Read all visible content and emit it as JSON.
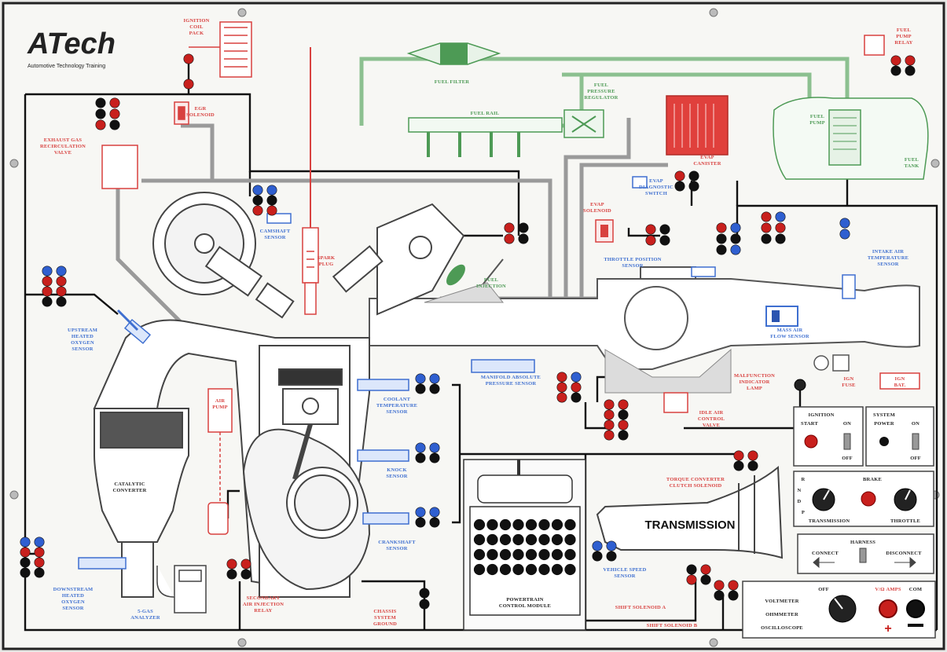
{
  "brand": {
    "name": "ATech",
    "tagline": "Automotive Technology Training"
  },
  "labels": {
    "ignition_coil_pack": [
      "IGNITION",
      "COIL",
      "PACK"
    ],
    "egr_solenoid": [
      "EGR",
      "SOLENOID"
    ],
    "egr_valve": [
      "EXHAUST GAS",
      "RECIRCULATION",
      "VALVE"
    ],
    "fuel_filter": "FUEL FILTER",
    "fuel_rail": "FUEL RAIL",
    "fuel_pressure_regulator": [
      "FUEL",
      "PRESSURE",
      "REGULATOR"
    ],
    "fuel_pump_relay": [
      "FUEL",
      "PUMP",
      "RELAY"
    ],
    "fuel_pump": [
      "FUEL",
      "PUMP"
    ],
    "fuel_tank": [
      "FUEL",
      "TANK"
    ],
    "evap_canister": [
      "EVAP",
      "CANISTER"
    ],
    "evap_solenoid": [
      "EVAP",
      "SOLENOID"
    ],
    "evap_diagnostic_switch": [
      "EVAP",
      "DIAGNOSTIC",
      "SWITCH"
    ],
    "camshaft_sensor": [
      "CAMSHAFT",
      "SENSOR"
    ],
    "spark_plug": [
      "SPARK",
      "PLUG"
    ],
    "fuel_injection": [
      "FUEL",
      "INJECTION"
    ],
    "throttle_position_sensor": [
      "THROTTLE POSITION",
      "SENSOR"
    ],
    "intake_air_temp_sensor": [
      "INTAKE AIR",
      "TEMPERATURE",
      "SENSOR"
    ],
    "upstream_oxygen_sensor": [
      "UPSTREAM",
      "HEATED",
      "OXYGEN",
      "SENSOR"
    ],
    "mass_air_flow_sensor": [
      "MASS AIR",
      "FLOW SENSOR"
    ],
    "fuse": [
      "IGN",
      "FUSE"
    ],
    "ign_bat": [
      "IGN",
      "BAT."
    ],
    "malfunction_lamp": [
      "MALFUNCTION",
      "INDICATOR",
      "LAMP"
    ],
    "coolant_temp_sensor": [
      "COOLANT",
      "TEMPERATURE",
      "SENSOR"
    ],
    "map_sensor": [
      "MANIFOLD ABSOLUTE",
      "PRESSURE SENSOR"
    ],
    "idle_air_control": [
      "IDLE AIR",
      "CONTROL",
      "VALVE"
    ],
    "air_pump": [
      "AIR",
      "PUMP"
    ],
    "catalytic_converter": [
      "CATALYTIC",
      "CONVERTER"
    ],
    "knock_sensor": [
      "KNOCK",
      "SENSOR"
    ],
    "crankshaft_sensor": [
      "CRANKSHAFT",
      "SENSOR"
    ],
    "torque_converter": [
      "TORQUE CONVERTER",
      "CLUTCH SOLENOID"
    ],
    "transmission": "TRANSMISSION",
    "vehicle_speed_sensor": [
      "VEHICLE SPEED",
      "SENSOR"
    ],
    "downstream_oxygen_sensor": [
      "DOWNSTREAM",
      "HEATED",
      "OXYGEN",
      "SENSOR"
    ],
    "gas_analyzer": [
      "5-GAS",
      "ANALYZER"
    ],
    "secondary_air_relay": [
      "SECONDARY",
      "AIR INJECTION",
      "RELAY"
    ],
    "chassis_ground": [
      "CHASSIS",
      "SYSTEM",
      "GROUND"
    ],
    "pcm": [
      "POWERTRAIN",
      "CONTROL MODULE"
    ],
    "shift_solenoid_a": "SHIFT SOLENOID A",
    "shift_solenoid_b": "SHIFT SOLENOID B"
  },
  "panel": {
    "ignition": {
      "title": "IGNITION",
      "start": "START",
      "on": "ON",
      "off": "OFF"
    },
    "system": {
      "title": "SYSTEM",
      "power": "POWER",
      "on": "ON",
      "off": "OFF"
    },
    "brake": "BRAKE",
    "transmission_knob": "TRANSMISSION",
    "throttle_knob": "THROTTLE",
    "gears": [
      "R",
      "N",
      "D",
      "P"
    ],
    "harness": {
      "title": "HARNESS",
      "connect": "CONNECT",
      "disconnect": "DISCONNECT"
    },
    "meter": {
      "off": "OFF",
      "voltmeter": "VOLTMETER",
      "ohmmeter": "OHMMETER",
      "oscilloscope": "OSCILLOSCOPE"
    },
    "jacks": {
      "pos": "V/Ω AMPS",
      "com": "COM"
    }
  },
  "colors": {
    "wire": "#111111",
    "red": "#d8413f",
    "blue": "#3e6fd0",
    "green": "#4d9a55",
    "board": "#f7f7f4"
  }
}
